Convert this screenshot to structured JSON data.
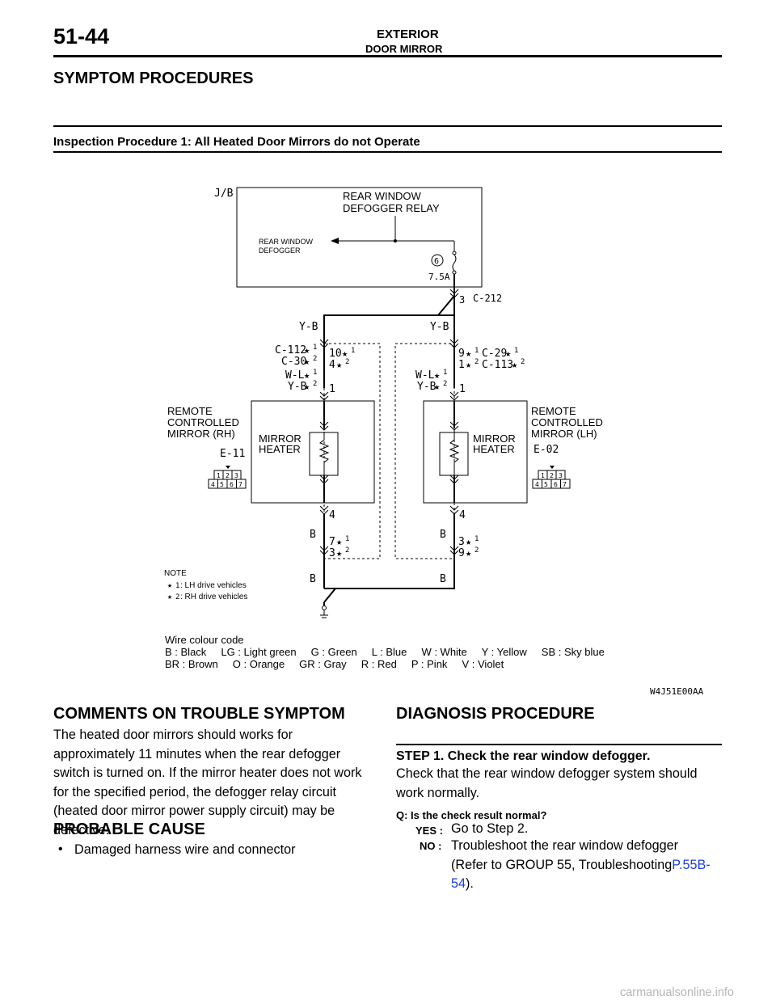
{
  "header": {
    "page_number": "51-44",
    "title": "EXTERIOR",
    "subtitle": "DOOR MIRROR"
  },
  "section_title": "SYMPTOM PROCEDURES",
  "inspection_title": "Inspection Procedure 1: All Heated Door Mirrors do not Operate",
  "diagram": {
    "jb": "J/B",
    "relay_line1": "REAR WINDOW",
    "relay_line2": "DEFOGGER RELAY",
    "defogger_line1": "REAR WINDOW",
    "defogger_line2": "DEFOGGER",
    "fuse_num": "6",
    "fuse_rating": "7.5A",
    "c212_pin": "3",
    "c212": "C-212",
    "yb_left": "Y-B",
    "yb_right": "Y-B",
    "c112": "C-112",
    "c30": "C-30",
    "pin10": "10",
    "pin4_top": "4",
    "wl_left": "W-L",
    "yb_left2": "Y-B",
    "pin1_left": "1",
    "pin9": "9",
    "c29": "C-29",
    "pin1_top_right": "1",
    "c113": "C-113",
    "wl_right": "W-L",
    "yb_right2": "Y-B",
    "pin1_right": "1",
    "rh_line1": "REMOTE",
    "rh_line2": "CONTROLLED",
    "rh_line3": "MIRROR (RH)",
    "lh_line1": "REMOTE",
    "lh_line2": "CONTROLLED",
    "lh_line3": "MIRROR (LH)",
    "heater_line1": "MIRROR",
    "heater_line2": "HEATER",
    "e11": "E-11",
    "e02": "E-02",
    "conn_top": [
      "1",
      "2",
      "3"
    ],
    "conn_bot": [
      "4",
      "5",
      "6",
      "7"
    ],
    "pin4_left": "4",
    "pin4_right": "4",
    "b_left": "B",
    "b_right": "B",
    "pin7": "7",
    "pin3_left": "3",
    "pin3_right": "3",
    "pin9_right": "9",
    "b_left2": "B",
    "b_right2": "B",
    "note_title": "NOTE",
    "note1": ": LH drive vehicles",
    "note2": ": RH drive vehicles",
    "star": "★",
    "sup1": "1",
    "sup2": "2",
    "wire_code_title": "Wire colour code",
    "wire_code_line1": "B : Black     LG : Light green     G : Green     L : Blue     W : White     Y : Yellow     SB : Sky blue",
    "wire_code_line2": "BR : Brown     O : Orange     GR : Gray     R : Red     P : Pink     V : Violet",
    "figure_code": "W4J51E00AA"
  },
  "comments": {
    "title": "COMMENTS ON TROUBLE SYMPTOM",
    "body": "The heated door mirrors should works for approximately 11 minutes when the rear defogger switch is turned on. If the mirror heater does not work for the specified period, the defogger relay circuit (heated door mirror power supply circuit) may be defective."
  },
  "probable_cause": {
    "title": "PROBABLE CAUSE",
    "item": "Damaged harness wire and connector"
  },
  "diagnosis": {
    "title": "DIAGNOSIS PROCEDURE",
    "step1_title": "STEP 1. Check the rear window defogger.",
    "step1_body": "Check that the rear window defogger system should work normally.",
    "question": "Q: Is the check result normal?",
    "yes_label": "YES :",
    "yes_text": "Go to Step 2.",
    "no_label": "NO :",
    "no_text": "Troubleshoot the rear window defogger (Refer to GROUP 55, Troubleshooting",
    "no_link": "P.55B-54",
    "no_end": ")."
  },
  "watermark": "carmanualsonline.info"
}
